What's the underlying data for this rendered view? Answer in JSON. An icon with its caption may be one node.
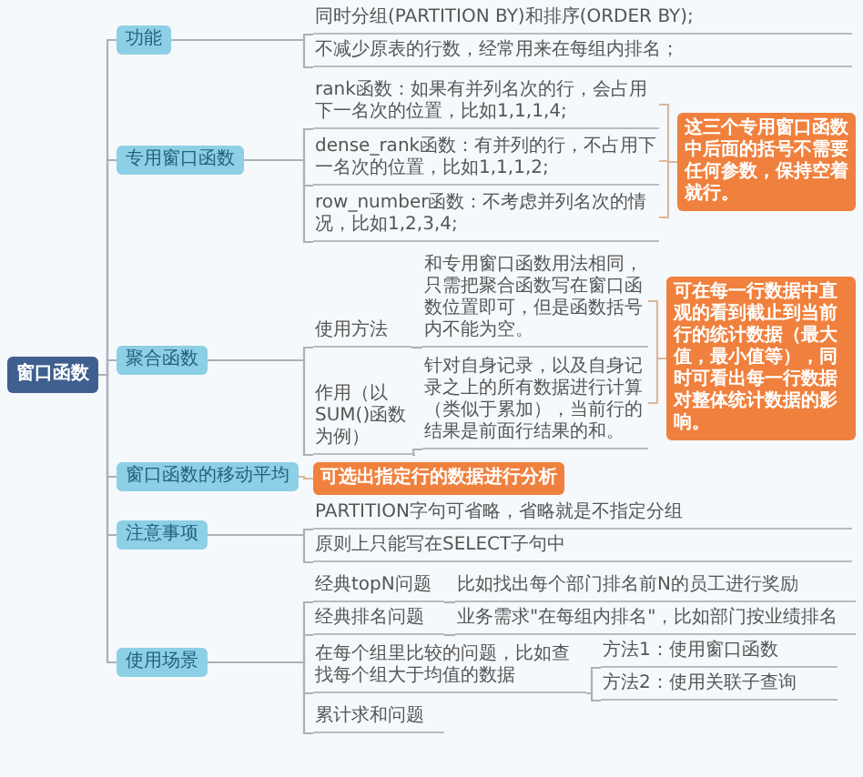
{
  "diagram": {
    "nodes": [
      {
        "text": [
          "窗口函数"
        ]
      },
      {
        "text": [
          "功能"
        ]
      },
      {
        "text": [
          "同时分组(PARTITION BY)和排序(ORDER BY);"
        ]
      },
      {
        "text": [
          "不减少原表的行数，经常用来在每组内排名；"
        ]
      },
      {
        "text": [
          "专用窗口函数"
        ]
      },
      {
        "text": [
          "rank函数：如果有并列名次的行，会占用下一名次的位置，比如1,1,1,4;"
        ]
      },
      {
        "text": [
          "dense_rank函数：有并列的行，不占用下一名次的位置，比如1,1,1,2;"
        ]
      },
      {
        "text": [
          "row_number函数：不考虑并列名次的情况，比如1,2,3,4;"
        ]
      },
      {
        "text": [
          "这三个专用窗口函数中后面的括号不需要任何参数，保持空着就行。"
        ]
      },
      {
        "text": [
          "聚合函数"
        ]
      },
      {
        "text": [
          "使用方法"
        ]
      },
      {
        "text": [
          "和专用窗口函数用法相同，只需把聚合函数写在窗口函数位置即可，但是函数括号内不能为空。"
        ]
      },
      {
        "text": [
          "作用（以SUM()函数为例）"
        ]
      },
      {
        "text": [
          "针对自身记录，以及自身记录之上的所有数据进行计算（类似于累加），当前行的结果是前面行结果的和。"
        ]
      },
      {
        "text": [
          "可在每一行数据中直观的看到截止到当前行的统计数据（最大值，最小值等），同时可看出每一行数据对整体统计数据的影响。"
        ]
      },
      {
        "text": [
          "窗口函数的移动平均"
        ]
      },
      {
        "text": [
          "可选出指定行的数据进行分析"
        ]
      },
      {
        "text": [
          "注意事项"
        ]
      },
      {
        "text": [
          "PARTITION字句可省略，省略就是不指定分组"
        ]
      },
      {
        "text": [
          "原则上只能写在SELECT子句中"
        ]
      },
      {
        "text": [
          "使用场景"
        ]
      },
      {
        "text": [
          "经典topN问题"
        ]
      },
      {
        "text": [
          "比如找出每个部门排名前N的员工进行奖励"
        ]
      },
      {
        "text": [
          "经典排名问题"
        ]
      },
      {
        "text": [
          "业务需求\"在每组内排名\"，比如部门按业绩排名"
        ]
      },
      {
        "text": [
          "在每个组里比较的问题，比如查找每个组大于均值的数据"
        ]
      },
      {
        "text": [
          "方法1：使用窗口函数"
        ]
      },
      {
        "text": [
          "方法2：使用关联子查询"
        ]
      },
      {
        "text": [
          "累计求和问题"
        ]
      }
    ],
    "edges": [
      {
        "from": 0,
        "to": 1,
        "arrow": "none"
      },
      {
        "from": 0,
        "to": 4,
        "arrow": "none"
      },
      {
        "from": 0,
        "to": 9,
        "arrow": "none"
      },
      {
        "from": 0,
        "to": 15,
        "arrow": "none"
      },
      {
        "from": 0,
        "to": 17,
        "arrow": "none"
      },
      {
        "from": 0,
        "to": 20,
        "arrow": "none"
      },
      {
        "from": 1,
        "to": 2,
        "arrow": "none"
      },
      {
        "from": 1,
        "to": 3,
        "arrow": "none"
      },
      {
        "from": 4,
        "to": 5,
        "arrow": "none"
      },
      {
        "from": 4,
        "to": 6,
        "arrow": "none"
      },
      {
        "from": 4,
        "to": 7,
        "arrow": "none"
      },
      {
        "from": 5,
        "to": 8,
        "arrow": "none",
        "color": "#d9b89c"
      },
      {
        "from": 6,
        "to": 8,
        "arrow": "none",
        "color": "#d9b89c"
      },
      {
        "from": 7,
        "to": 8,
        "arrow": "none",
        "color": "#d9b89c"
      },
      {
        "from": 9,
        "to": 10,
        "arrow": "none"
      },
      {
        "from": 9,
        "to": 12,
        "arrow": "none"
      },
      {
        "from": 10,
        "to": 11,
        "arrow": "none"
      },
      {
        "from": 12,
        "to": 13,
        "arrow": "none"
      },
      {
        "from": 11,
        "to": 14,
        "arrow": "none",
        "color": "#d9b89c"
      },
      {
        "from": 13,
        "to": 14,
        "arrow": "none",
        "color": "#d9b89c"
      },
      {
        "from": 15,
        "to": 16,
        "arrow": "none",
        "color": "#d9b89c"
      },
      {
        "from": 17,
        "to": 18,
        "arrow": "none"
      },
      {
        "from": 17,
        "to": 19,
        "arrow": "none"
      },
      {
        "from": 20,
        "to": 21,
        "arrow": "none"
      },
      {
        "from": 20,
        "to": 23,
        "arrow": "none"
      },
      {
        "from": 20,
        "to": 25,
        "arrow": "none"
      },
      {
        "from": 20,
        "to": 28,
        "arrow": "none"
      },
      {
        "from": 21,
        "to": 22,
        "arrow": "none"
      },
      {
        "from": 23,
        "to": 24,
        "arrow": "none"
      },
      {
        "from": 25,
        "to": 26,
        "arrow": "none"
      },
      {
        "from": 25,
        "to": 27,
        "arrow": "none"
      }
    ]
  }
}
